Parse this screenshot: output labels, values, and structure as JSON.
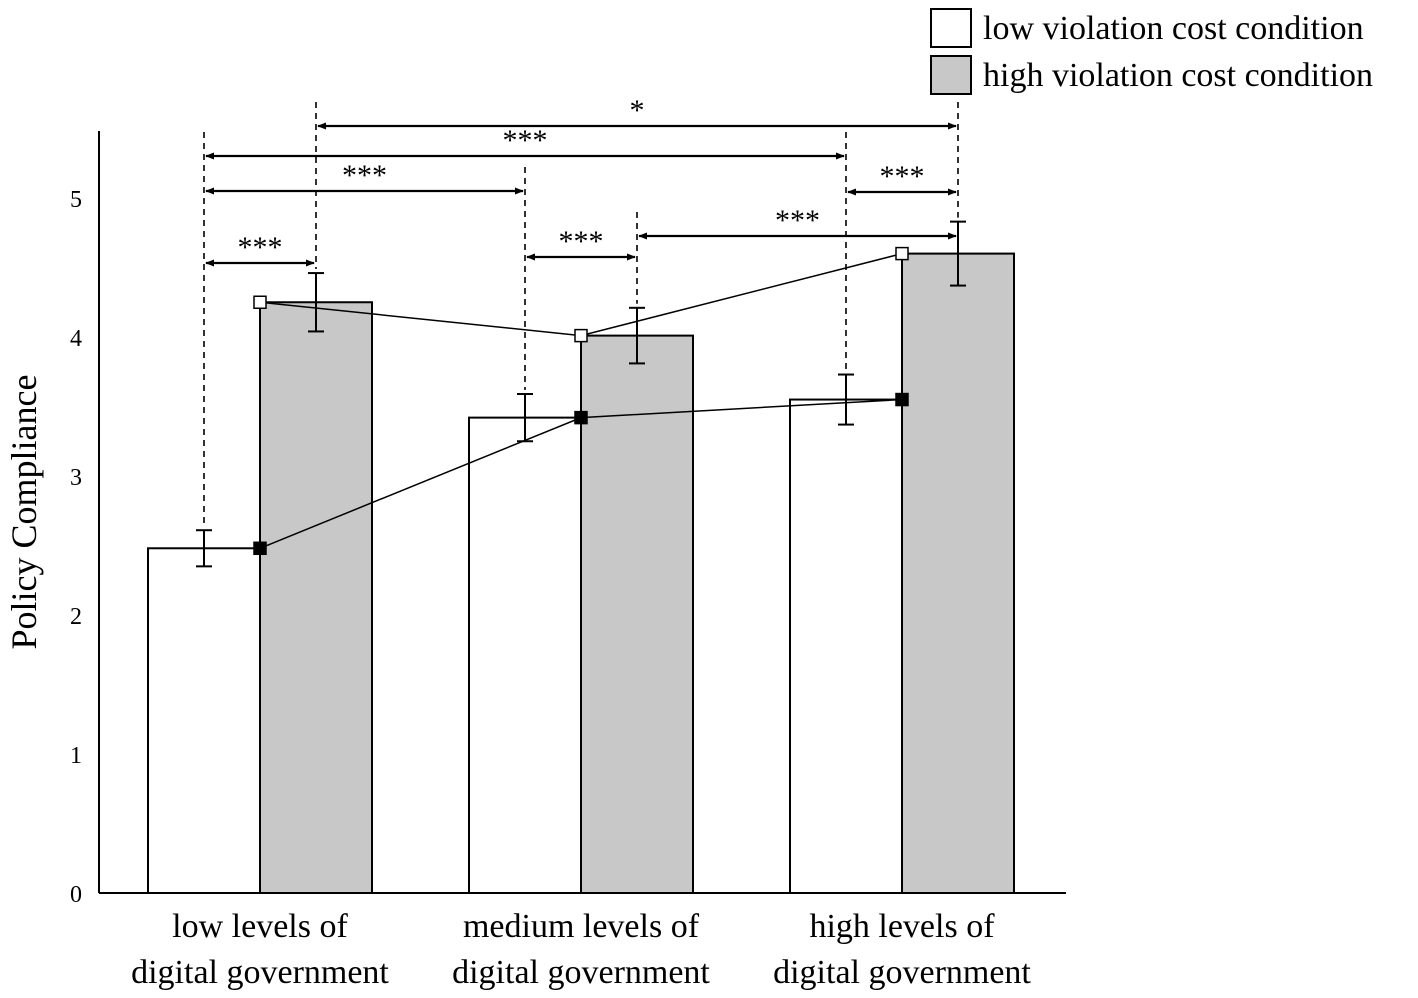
{
  "chart_data": {
    "type": "bar",
    "ylabel": "Policy Compliance",
    "xlabel": "",
    "ylim": [
      0,
      5.5
    ],
    "yticks": [
      0,
      1,
      2,
      3,
      4,
      5
    ],
    "categories": [
      [
        "low levels of",
        "digital government"
      ],
      [
        "medium levels of",
        "digital government"
      ],
      [
        "high levels of",
        "digital government"
      ]
    ],
    "series": [
      {
        "name": "low violation cost condition",
        "color": "#ffffff",
        "values": [
          2.48,
          3.42,
          3.55
        ],
        "errors": [
          0.13,
          0.17,
          0.18
        ]
      },
      {
        "name": "high violation cost condition",
        "color": "#c8c8c8",
        "values": [
          4.25,
          4.01,
          4.6
        ],
        "errors": [
          0.21,
          0.2,
          0.23
        ]
      }
    ],
    "trend_lines": [
      {
        "marker": "open-square",
        "values": [
          4.25,
          4.01,
          4.6
        ]
      },
      {
        "marker": "filled-square",
        "values": [
          2.48,
          3.42,
          3.55
        ]
      }
    ],
    "significance": [
      {
        "from": [
          0,
          0
        ],
        "to": [
          0,
          1
        ],
        "label": "***"
      },
      {
        "from": [
          0,
          0
        ],
        "to": [
          1,
          0
        ],
        "label": "***"
      },
      {
        "from": [
          0,
          0
        ],
        "to": [
          2,
          0
        ],
        "label": "***"
      },
      {
        "from": [
          0,
          1
        ],
        "to": [
          2,
          1
        ],
        "label": "*"
      },
      {
        "from": [
          1,
          0
        ],
        "to": [
          1,
          1
        ],
        "label": "***"
      },
      {
        "from": [
          1,
          1
        ],
        "to": [
          2,
          1
        ],
        "label": "***"
      },
      {
        "from": [
          2,
          0
        ],
        "to": [
          2,
          1
        ],
        "label": "***"
      }
    ],
    "legend_position": "top-right",
    "grid": false
  }
}
